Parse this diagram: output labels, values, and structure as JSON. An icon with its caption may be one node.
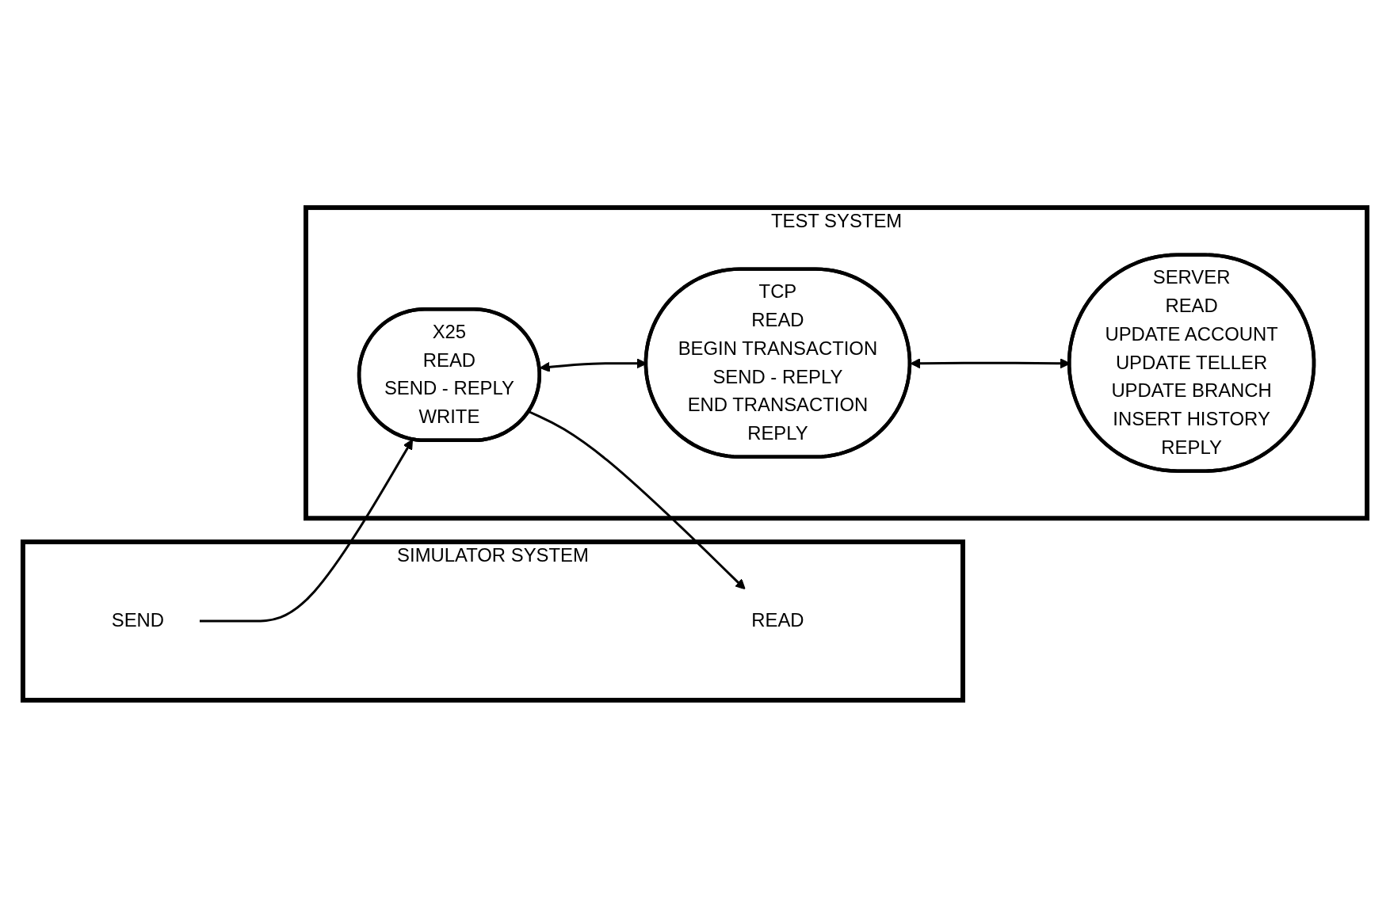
{
  "diagram": {
    "nodes": [
      {
        "text": [
          "SIMULATOR SYSTEM"
        ]
      },
      {
        "text": [
          "SEND"
        ],
        "in": 0
      },
      {
        "text": [
          "READ"
        ],
        "in": 0
      },
      {
        "text": [
          "TEST SYSTEM"
        ]
      },
      {
        "text": [
          "X25",
          "READ",
          "SEND - REPLY",
          "WRITE"
        ],
        "in": 3
      },
      {
        "text": [
          "TCP",
          "READ",
          "BEGIN TRANSACTION",
          "SEND - REPLY",
          "END TRANSACTION",
          "REPLY"
        ],
        "in": 3
      },
      {
        "text": [
          "SERVER",
          "READ",
          "UPDATE ACCOUNT",
          "UPDATE TELLER",
          "UPDATE BRANCH",
          "INSERT HISTORY",
          "REPLY"
        ],
        "in": 3
      }
    ],
    "edges": [
      {
        "from": 1,
        "to": 4,
        "arrow": "to"
      },
      {
        "from": 4,
        "to": 2,
        "arrow": "to"
      },
      {
        "from": 4,
        "to": 5,
        "arrow": "both"
      },
      {
        "from": 5,
        "to": 6,
        "arrow": "both"
      }
    ]
  }
}
